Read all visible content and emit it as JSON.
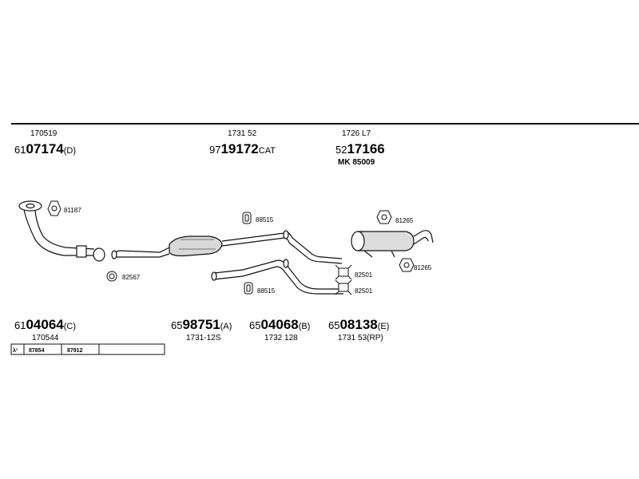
{
  "top_parts": [
    {
      "sub": "170519",
      "prefix": "61",
      "main": "07174",
      "suffix": "(D)"
    },
    {
      "sub": "1731 52",
      "prefix": "97",
      "main": "19172",
      "suffix": "CAT"
    },
    {
      "sub": "1726 L7",
      "prefix": "52",
      "main": "17166",
      "suffix": ""
    }
  ],
  "mk_label": "MK  85009",
  "bottom_parts": [
    {
      "prefix": "61",
      "main": "04064",
      "suffix": "(C)",
      "sub": "170544"
    },
    {
      "prefix": "65",
      "main": "98751",
      "suffix": "(A)",
      "sub": "1731-12S"
    },
    {
      "prefix": "65",
      "main": "04068",
      "suffix": "(B)",
      "sub": "1732 128"
    },
    {
      "prefix": "65",
      "main": "08138",
      "suffix": "(E)",
      "sub": "1731 53(RP)"
    }
  ],
  "component_labels": {
    "gasket_front": "81187",
    "clamp_front": "82567",
    "hanger_upper": "88515",
    "hanger_lower": "88515",
    "gasket_rear_upper": "81265",
    "gasket_rear_lower": "81265",
    "clamp_upper": "82501",
    "clamp_lower": "82501"
  },
  "lambda_table": {
    "symbol": "λ¹",
    "cells": [
      "87854",
      "87912",
      ""
    ]
  }
}
